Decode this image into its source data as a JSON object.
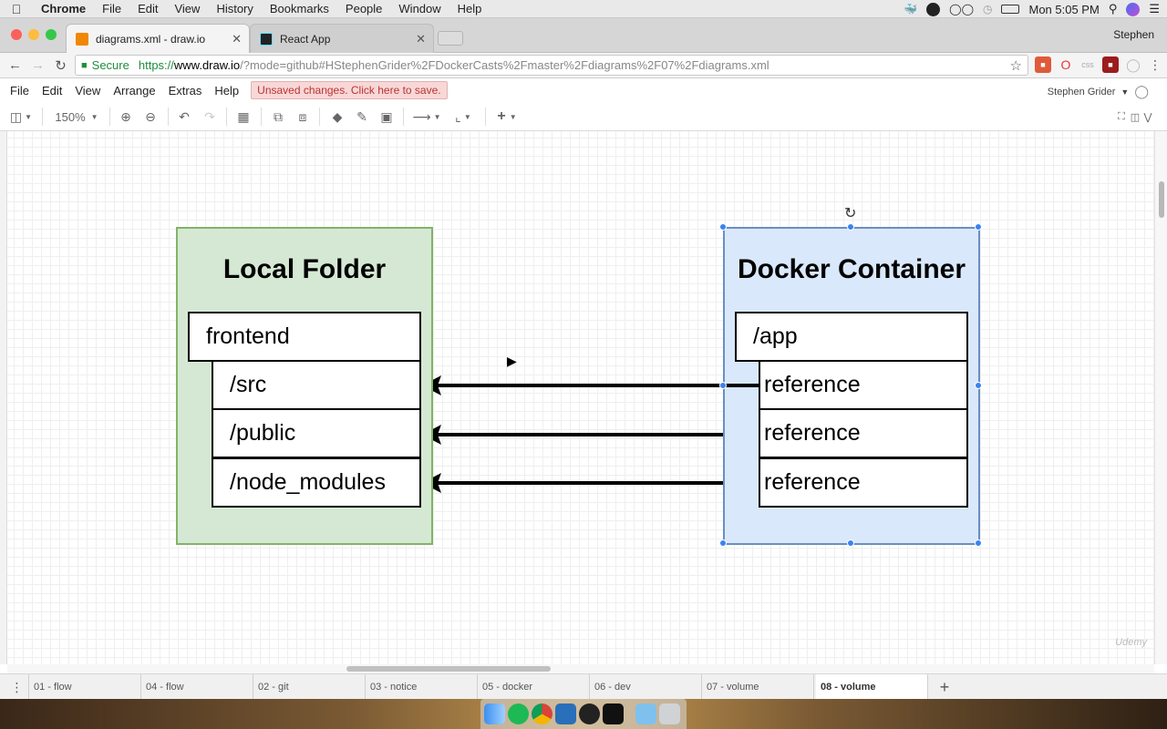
{
  "menubar": {
    "app": "Chrome",
    "items": [
      "File",
      "Edit",
      "View",
      "History",
      "Bookmarks",
      "People",
      "Window",
      "Help"
    ],
    "clock": "Mon 5:05 PM"
  },
  "browser": {
    "tabs": [
      {
        "title": "diagrams.xml - draw.io",
        "active": true
      },
      {
        "title": "React App",
        "active": false
      }
    ],
    "profile": "Stephen",
    "secure_label": "Secure",
    "url_scheme": "https://",
    "url_host": "www.draw.io",
    "url_rest": "/?mode=github#HStephenGrider%2FDockerCasts%2Fmaster%2Fdiagrams%2F07%2Fdiagrams.xml",
    "ext_css_label": "css"
  },
  "drawio": {
    "menu": [
      "File",
      "Edit",
      "View",
      "Arrange",
      "Extras",
      "Help"
    ],
    "unsaved": "Unsaved changes. Click here to save.",
    "user": "Stephen Grider",
    "zoom": "150%"
  },
  "diagram": {
    "local": {
      "title": "Local Folder",
      "root": "frontend",
      "children": [
        "/src",
        "/public",
        "/node_modules"
      ]
    },
    "docker": {
      "title": "Docker Container",
      "root": "/app",
      "children": [
        "reference",
        "reference",
        "reference"
      ]
    },
    "watermark": "Udemy"
  },
  "pages": [
    "01 - flow",
    "04 - flow",
    "02 - git",
    "03 - notice",
    "05 - docker",
    "06 - dev",
    "07 - volume",
    "08 - volume"
  ],
  "active_page": "08 - volume"
}
